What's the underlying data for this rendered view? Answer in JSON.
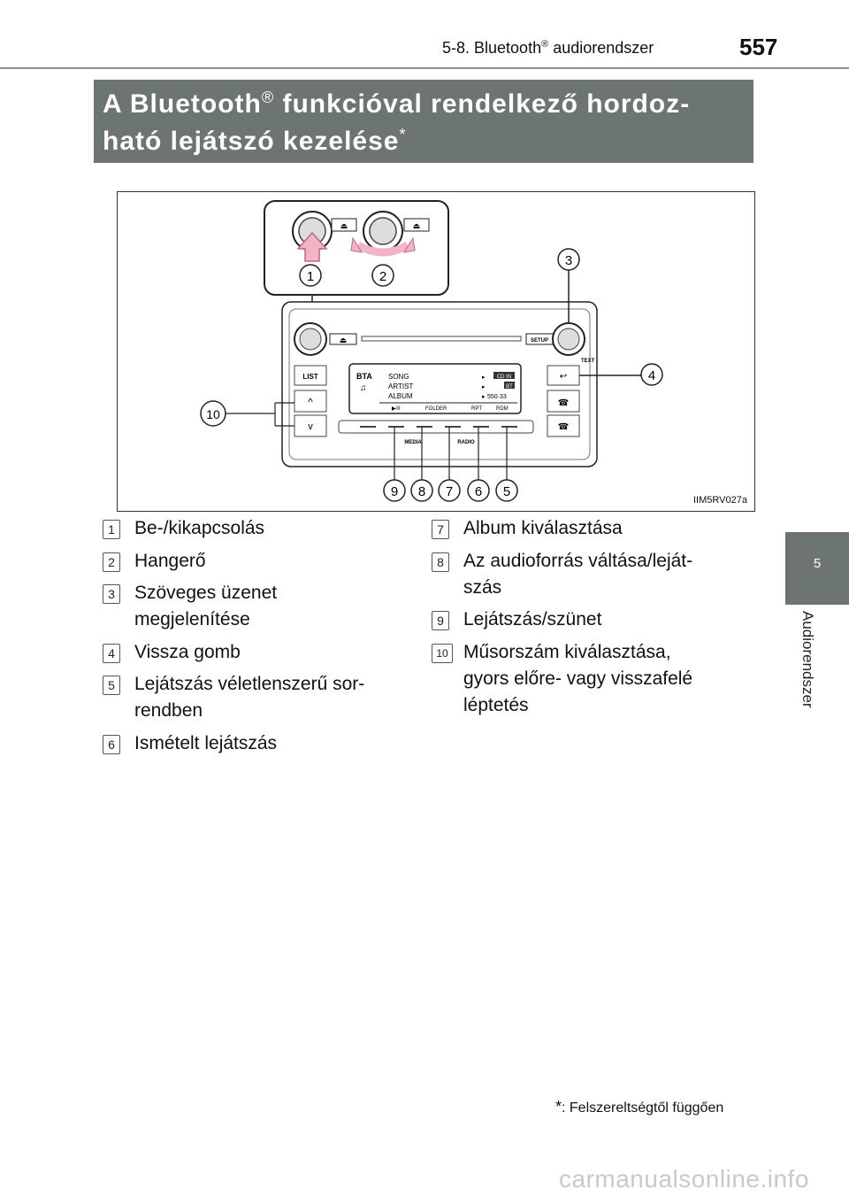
{
  "header": {
    "section_prefix": "5-8. Bluetooth",
    "section_reg": "®",
    "section_suffix": " audiorendszer",
    "page_number": "557"
  },
  "side_tab": {
    "chapter_number": "5",
    "chapter_label": "Audiorendszer"
  },
  "title": {
    "line1_a": "A Bluetooth",
    "line1_reg": "®",
    "line1_b": " funkcióval rendelkező hordoz-",
    "line2": "ható lejátszó kezelése",
    "asterisk": "*"
  },
  "figure": {
    "id": "IIM5RV027a",
    "unit_labels": {
      "list": "LIST",
      "setup": "SETUP",
      "text": "TEXT",
      "media": "MEDIA",
      "radio": "RADIO",
      "display_source": "BTA",
      "display_song": "SONG",
      "display_artist": "ARTIST",
      "display_album": "ALBUM",
      "display_folder": "FOLDER",
      "display_rpt": "RPT",
      "display_rdm": "RDM",
      "display_play": "▶/II",
      "display_time": "550·33",
      "display_cdin": "CD IN",
      "display_bt": "BT"
    },
    "callouts": [
      "1",
      "2",
      "3",
      "4",
      "5",
      "6",
      "7",
      "8",
      "9",
      "10"
    ]
  },
  "legend": {
    "left": [
      {
        "num": "1",
        "lines": [
          "Be-/kikapcsolás"
        ]
      },
      {
        "num": "2",
        "lines": [
          "Hangerő"
        ]
      },
      {
        "num": "3",
        "lines": [
          "Szöveges üzenet",
          "megjelenítése"
        ]
      },
      {
        "num": "4",
        "lines": [
          "Vissza gomb"
        ]
      },
      {
        "num": "5",
        "lines": [
          "Lejátszás véletlenszerű sor-",
          "rendben"
        ]
      },
      {
        "num": "6",
        "lines": [
          "Ismételt lejátszás"
        ]
      }
    ],
    "right": [
      {
        "num": "7",
        "lines": [
          "Album kiválasztása"
        ]
      },
      {
        "num": "8",
        "lines": [
          "Az audioforrás váltása/leját-",
          "szás"
        ]
      },
      {
        "num": "9",
        "lines": [
          "Lejátszás/szünet"
        ]
      },
      {
        "num": "10",
        "lines": [
          "Műsorszám kiválasztása,",
          "gyors előre- vagy visszafelé",
          "léptetés"
        ]
      }
    ]
  },
  "footnote": {
    "star": "*",
    "text": ": Felszereltségtől függően"
  },
  "watermark": "carmanualsonline.info"
}
